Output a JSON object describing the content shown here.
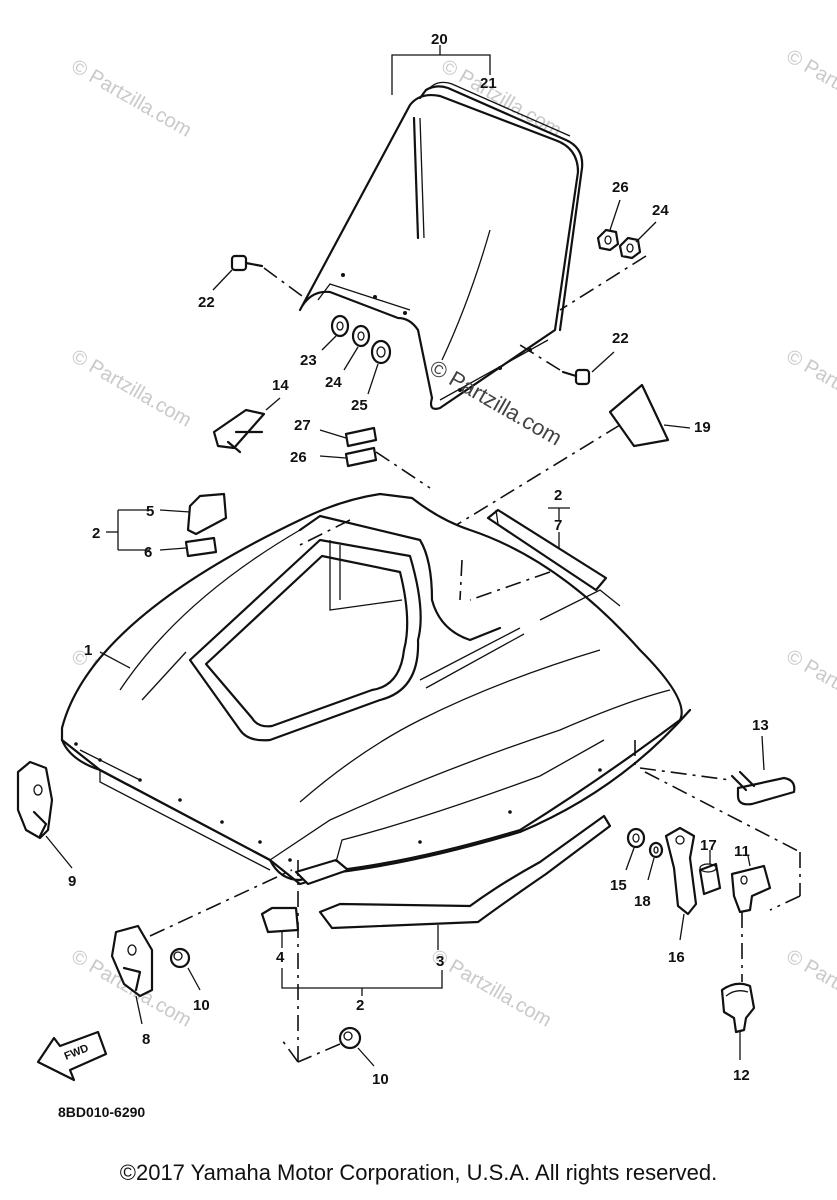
{
  "diagram": {
    "drawing_code": "8BD010-6290",
    "fwd_label": "FWD",
    "watermark": "© Partzilla.com",
    "center_watermark": "© Partzilla.com",
    "part_numbers": [
      "1",
      "2",
      "3",
      "4",
      "5",
      "6",
      "7",
      "8",
      "9",
      "10",
      "11",
      "12",
      "13",
      "14",
      "15",
      "16",
      "17",
      "18",
      "19",
      "20",
      "21",
      "22",
      "23",
      "24",
      "25",
      "26",
      "27"
    ],
    "group_labels": {
      "top_group_main": "20",
      "top_group_sub": "21",
      "left_group_2": "2",
      "left_group_5": "5",
      "left_group_6": "6",
      "right_group_2": "2",
      "right_group_7": "7",
      "bottom_group_2": "2",
      "bottom_group_3": "3",
      "bottom_group_4": "4",
      "bolt_upper_left": "22",
      "bolt_lower_right": "22",
      "washer_upper_right": "24",
      "washer_lower_left": "24",
      "nut_upper_right": "26",
      "decal_lower": "26",
      "washer_23": "23",
      "grommet_25": "25",
      "decal_27": "27",
      "label_19": "19",
      "hinge_14": "14",
      "hood_1": "1",
      "latch_9": "9",
      "latch_8": "8",
      "damper_10a": "10",
      "damper_10b": "10",
      "hook_13": "13",
      "collar_15": "15",
      "lever_16": "16",
      "spacer_17": "17",
      "washer_18": "18",
      "bracket_11": "11",
      "knob_12": "12"
    }
  },
  "footer": {
    "copyright": "©2017 Yamaha Motor Corporation, U.S.A. All rights reserved."
  }
}
